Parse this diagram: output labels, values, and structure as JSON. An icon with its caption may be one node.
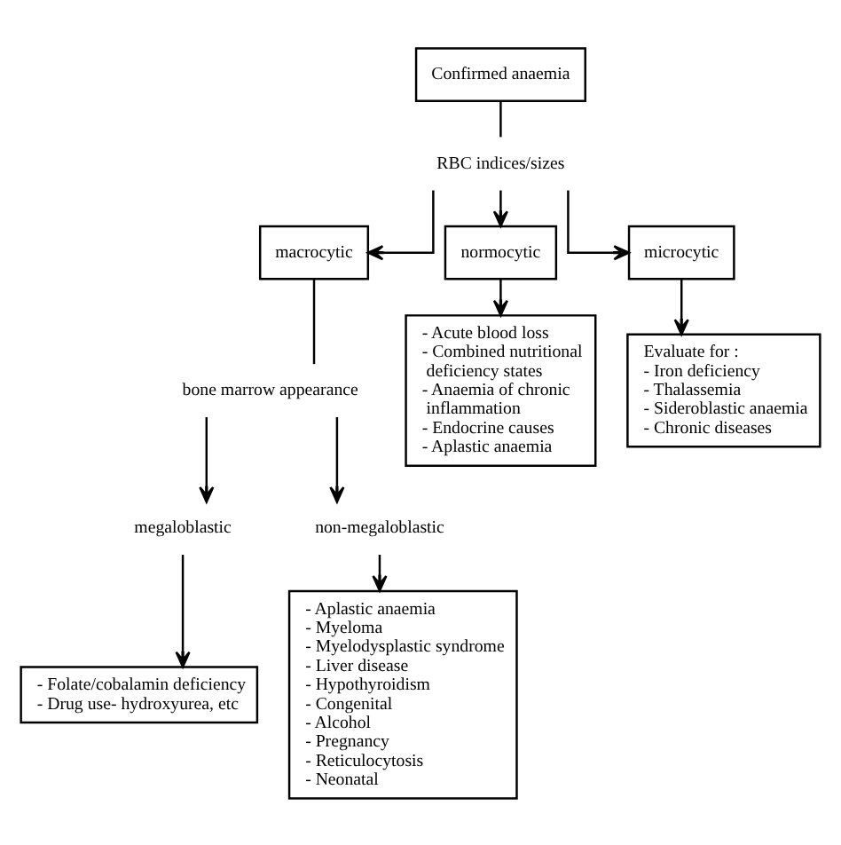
{
  "diagram": {
    "nodes": [
      {
        "text": [
          "Confirmed anaemia"
        ]
      },
      {
        "text": [
          "RBC indices/sizes"
        ]
      },
      {
        "text": [
          "macrocytic"
        ]
      },
      {
        "text": [
          "normocytic"
        ]
      },
      {
        "text": [
          "microcytic"
        ]
      },
      {
        "text": [
          "bone marrow appearance"
        ]
      },
      {
        "text": [
          "- Acute blood loss",
          "- Combined nutritional deficiency states",
          "- Anaemia of chronic inflammation",
          "- Endocrine causes",
          "- Aplastic anaemia"
        ]
      },
      {
        "text": [
          "Evaluate for :",
          "- Iron deficiency",
          "- Thalassemia",
          "- Sideroblastic anaemia",
          "- Chronic diseases"
        ]
      },
      {
        "text": [
          "megaloblastic"
        ]
      },
      {
        "text": [
          "non-megaloblastic"
        ]
      },
      {
        "text": [
          "- Folate/cobalamin deficiency",
          "- Drug use- hydroxyurea, etc"
        ]
      },
      {
        "text": [
          "- Aplastic anaemia",
          "- Myeloma",
          "- Myelodysplastic syndrome",
          "- Liver disease",
          "- Hypothyroidism",
          "- Congenital",
          "- Alcohol",
          "- Pregnancy",
          "- Reticulocytosis",
          "- Neonatal"
        ]
      }
    ],
    "edges": [
      {
        "from": 0,
        "to": 1,
        "arrow": "none"
      },
      {
        "from": 1,
        "to": 2,
        "arrow": "to"
      },
      {
        "from": 1,
        "to": 3,
        "arrow": "to"
      },
      {
        "from": 1,
        "to": 4,
        "arrow": "to"
      },
      {
        "from": 2,
        "to": 5,
        "arrow": "none"
      },
      {
        "from": 3,
        "to": 6,
        "arrow": "to"
      },
      {
        "from": 4,
        "to": 7,
        "arrow": "to"
      },
      {
        "from": 5,
        "to": 8,
        "arrow": "to"
      },
      {
        "from": 5,
        "to": 9,
        "arrow": "to"
      },
      {
        "from": 8,
        "to": 10,
        "arrow": "to"
      },
      {
        "from": 9,
        "to": 11,
        "arrow": "to"
      }
    ]
  }
}
